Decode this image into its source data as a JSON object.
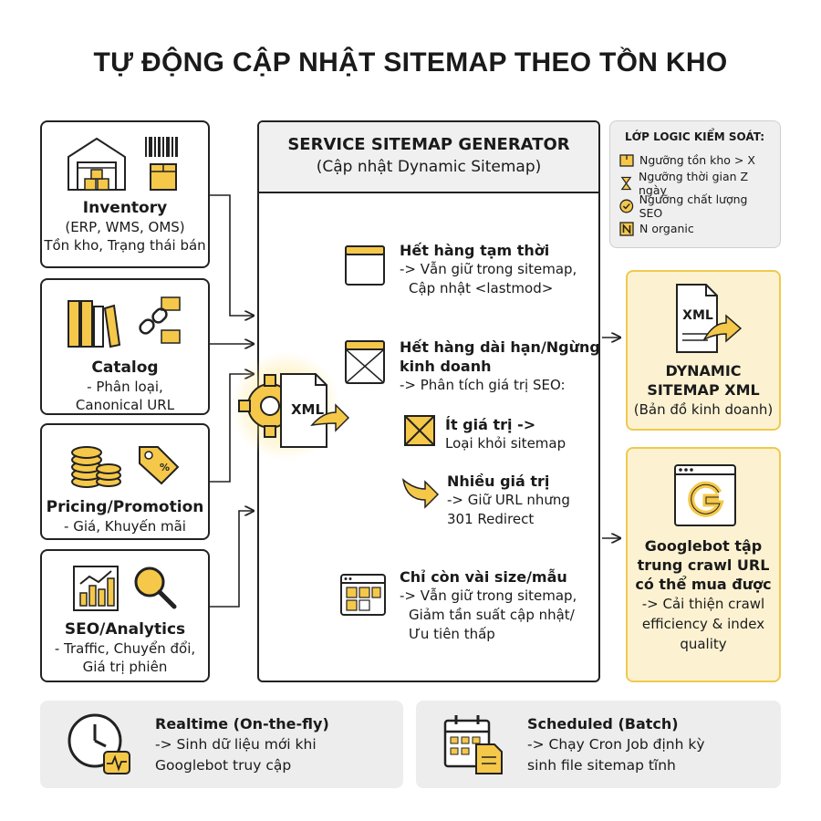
{
  "title": "TỰ ĐỘNG CẬP NHẬT SITEMAP THEO TỒN KHO",
  "sources": [
    {
      "name": "Inventory",
      "lines": [
        "(ERP, WMS, OMS)",
        "Tồn kho, Trạng thái bán"
      ]
    },
    {
      "name": "Catalog",
      "lines": [
        "- Phân loại,",
        "Canonical URL"
      ]
    },
    {
      "name": "Pricing/Promotion",
      "lines": [
        "- Giá, Khuyến mãi"
      ]
    },
    {
      "name": "SEO/Analytics",
      "lines": [
        "- Traffic, Chuyển đổi,",
        "Giá trị phiên"
      ]
    }
  ],
  "service": {
    "title": "SERVICE SITEMAP GENERATOR",
    "subtitle": "(Cập nhật Dynamic Sitemap)",
    "xml_label": "XML"
  },
  "branches": {
    "temp": {
      "title": "Hết hàng tạm thời",
      "lines": [
        "-> Vẫn giữ trong sitemap,",
        "Cập nhật <lastmod>"
      ]
    },
    "long": {
      "title": [
        "Hết hàng dài hạn/Ngừng",
        "kinh doanh"
      ],
      "lines": [
        "-> Phân tích giá trị SEO:"
      ]
    },
    "low": {
      "title": "Ít giá trị ->",
      "lines": [
        "Loại khỏi sitemap"
      ]
    },
    "high": {
      "title": "Nhiều giá trị",
      "lines": [
        "-> Giữ URL nhưng",
        "301 Redirect"
      ]
    },
    "few": {
      "title": "Chỉ còn vài size/mẫu",
      "lines": [
        "-> Vẫn giữ trong sitemap,",
        "Giảm tần suất cập nhật/",
        "Ưu tiên thấp"
      ]
    }
  },
  "logic": {
    "title": "LỚP LOGIC KIỂM SOÁT:",
    "items": [
      "Ngưỡng tồn kho > X",
      "Ngưỡng thời gian Z ngày",
      "Ngưỡng chất lượng SEO",
      "N organic"
    ]
  },
  "outputs": {
    "sitemap": {
      "xml_label": "XML",
      "title": [
        "DYNAMIC",
        "SITEMAP XML"
      ],
      "desc": "(Bản đồ kinh doanh)"
    },
    "googlebot": {
      "title": [
        "Googlebot tập",
        "trung crawl URL",
        "có thể mua được"
      ],
      "lines": [
        "-> Cải thiện crawl",
        "efficiency & index",
        "quality"
      ]
    }
  },
  "bottom": {
    "realtime": {
      "title": "Realtime (On-the-fly)",
      "lines": [
        "-> Sinh dữ liệu mới khi",
        "Googlebot truy cập"
      ]
    },
    "scheduled": {
      "title": "Scheduled (Batch)",
      "lines": [
        "-> Chạy Cron Job định kỳ",
        "sinh file sitemap tĩnh"
      ]
    }
  },
  "colors": {
    "accent": "#f5c84a",
    "accent_light": "#fcf2d2",
    "stroke": "#222222",
    "panel": "#efefef"
  }
}
